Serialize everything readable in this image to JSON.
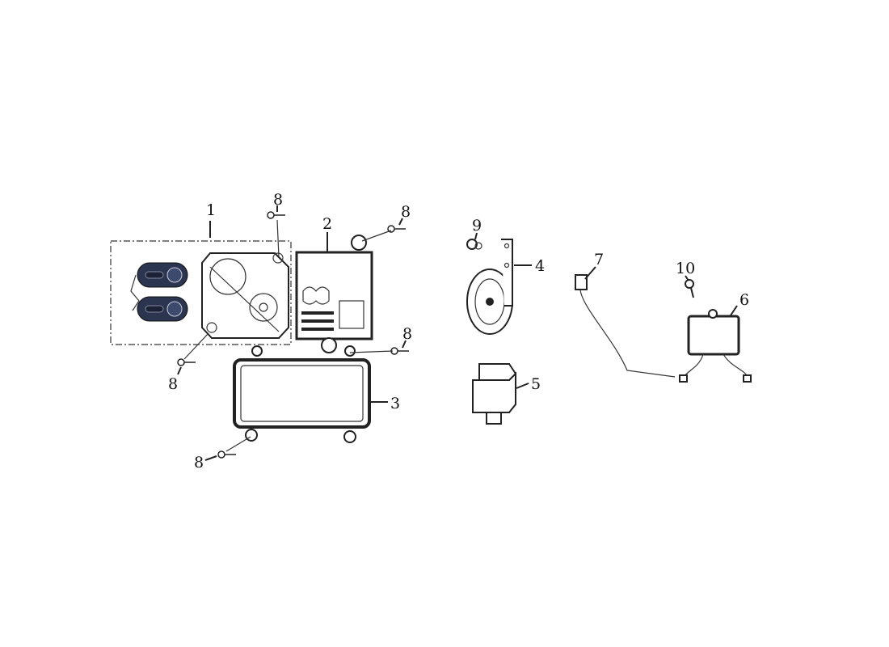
{
  "diagram": {
    "callouts": [
      {
        "id": "c1",
        "text": "1",
        "part": "remote-key-set"
      },
      {
        "id": "c2",
        "text": "2",
        "part": "controller-box"
      },
      {
        "id": "c3",
        "text": "3",
        "part": "box-cover"
      },
      {
        "id": "c4",
        "text": "4",
        "part": "horn"
      },
      {
        "id": "c5",
        "text": "5",
        "part": "relay"
      },
      {
        "id": "c6",
        "text": "6",
        "part": "module"
      },
      {
        "id": "c7",
        "text": "7",
        "part": "wire-harness"
      },
      {
        "id": "c8a",
        "text": "8",
        "part": "screw"
      },
      {
        "id": "c8b",
        "text": "8",
        "part": "screw"
      },
      {
        "id": "c8c",
        "text": "8",
        "part": "screw"
      },
      {
        "id": "c8d",
        "text": "8",
        "part": "screw"
      },
      {
        "id": "c8e",
        "text": "8",
        "part": "screw"
      },
      {
        "id": "c9",
        "text": "9",
        "part": "nut"
      },
      {
        "id": "c10",
        "text": "10",
        "part": "bolt"
      }
    ],
    "colors": {
      "ink": "#222222",
      "key_fob": "#2b3550"
    }
  }
}
